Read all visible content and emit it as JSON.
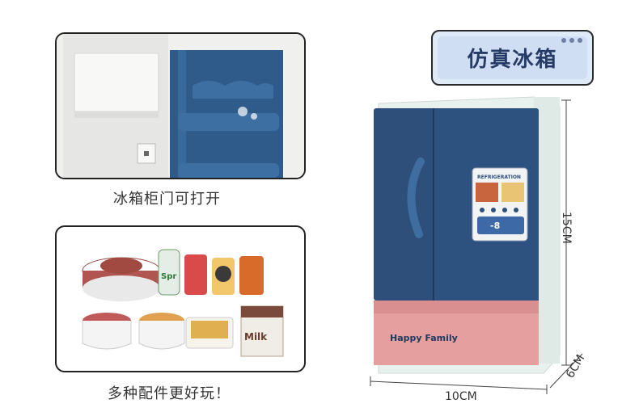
{
  "title": "仿真冰箱",
  "captions": {
    "door": "冰箱柜门可打开",
    "accessories": "多种配件更好玩！"
  },
  "dimensions": {
    "height": "15CM",
    "width": "10CM",
    "depth": "6CM"
  },
  "fridge": {
    "brand": "Happy Family",
    "display_label": "REFRIGERATION",
    "display_temp": "-8"
  },
  "food_labels": {
    "drink": "Spr",
    "box": "Milk"
  },
  "colors": {
    "fridge_blue": "#2d4f7a",
    "fridge_pink": "#e69f9f",
    "badge_bg": "#cfdef3"
  }
}
